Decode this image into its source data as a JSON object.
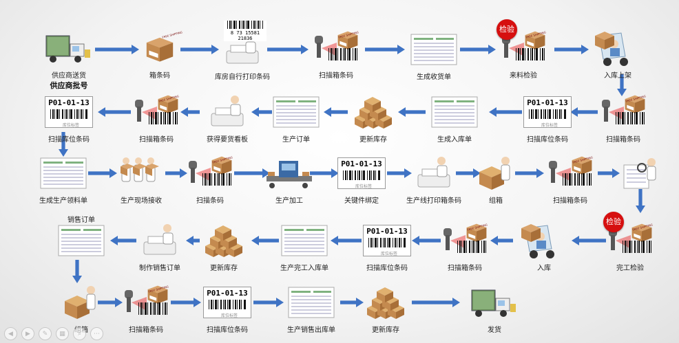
{
  "nodes": {
    "supplier_delivery": {
      "label": "供应商送货",
      "sub": "供应商批号"
    },
    "box_barcode_1": {
      "label": "箱条码"
    },
    "warehouse_print": {
      "label": "库房自行打印条码",
      "barcode_text": "8 73 15581 21836"
    },
    "scan_box_1": {
      "label": "扫描箱条码"
    },
    "receipt": {
      "label": "生成收货单"
    },
    "incoming_inspection": {
      "label": "来料检验",
      "badge": "检验"
    },
    "putaway": {
      "label": "入库上架"
    },
    "scan_box_2": {
      "label": "扫描箱条码"
    },
    "scan_loc_1": {
      "label": "扫描库位条码",
      "code": "P01-01-13"
    },
    "gen_inbound": {
      "label": "生成入库单"
    },
    "update_stock_1": {
      "label": "更新库存"
    },
    "prod_order": {
      "label": "生产订单"
    },
    "get_kanban": {
      "label": "获得要货看板"
    },
    "scan_box_3": {
      "label": "扫描箱条码"
    },
    "scan_loc_2": {
      "label": "扫描库位条码",
      "code": "P01-01-13"
    },
    "gen_pick": {
      "label": "生成生产领料单"
    },
    "line_receive": {
      "label": "生产现场接收"
    },
    "scan_barcode": {
      "label": "扫描条码"
    },
    "processing": {
      "label": "生产加工"
    },
    "key_part_bind": {
      "label": "关键件绑定",
      "code": "P01-01-13"
    },
    "line_print": {
      "label": "生产线打印箱条码"
    },
    "packing_1": {
      "label": "组箱"
    },
    "scan_box_4": {
      "label": "扫描箱条码"
    },
    "inspect_doc": {
      "label": ""
    },
    "final_inspection": {
      "label": "完工检验",
      "badge": "检验"
    },
    "inbound_2": {
      "label": "入库"
    },
    "scan_box_5": {
      "label": "扫描箱条码"
    },
    "scan_loc_3": {
      "label": "扫描库位条码",
      "code": "P01-01-13"
    },
    "completion_inbound": {
      "label": "生产完工入库单"
    },
    "update_stock_2": {
      "label": "更新库存"
    },
    "make_sales_order": {
      "label": "制作销售订单"
    },
    "sales_order": {
      "label": "销售订单"
    },
    "packing_2": {
      "label": "组箱"
    },
    "scan_box_6": {
      "label": "扫描箱条码"
    },
    "scan_loc_4": {
      "label": "扫描库位条码",
      "code": "P01-01-13"
    },
    "sales_outbound": {
      "label": "生产销售出库单"
    },
    "update_stock_3": {
      "label": "更新库存"
    },
    "ship": {
      "label": "发货"
    }
  },
  "box_stamp": "FREE SHIPPING",
  "label_caption": "库位标签",
  "colors": {
    "arrow": "#3f73c4",
    "badge": "#d60f0f",
    "box": "#c48a4f"
  },
  "nav_icons": [
    "prev-icon",
    "next-icon",
    "pen-icon",
    "slide-grid-icon",
    "zoom-icon",
    "more-icon"
  ]
}
